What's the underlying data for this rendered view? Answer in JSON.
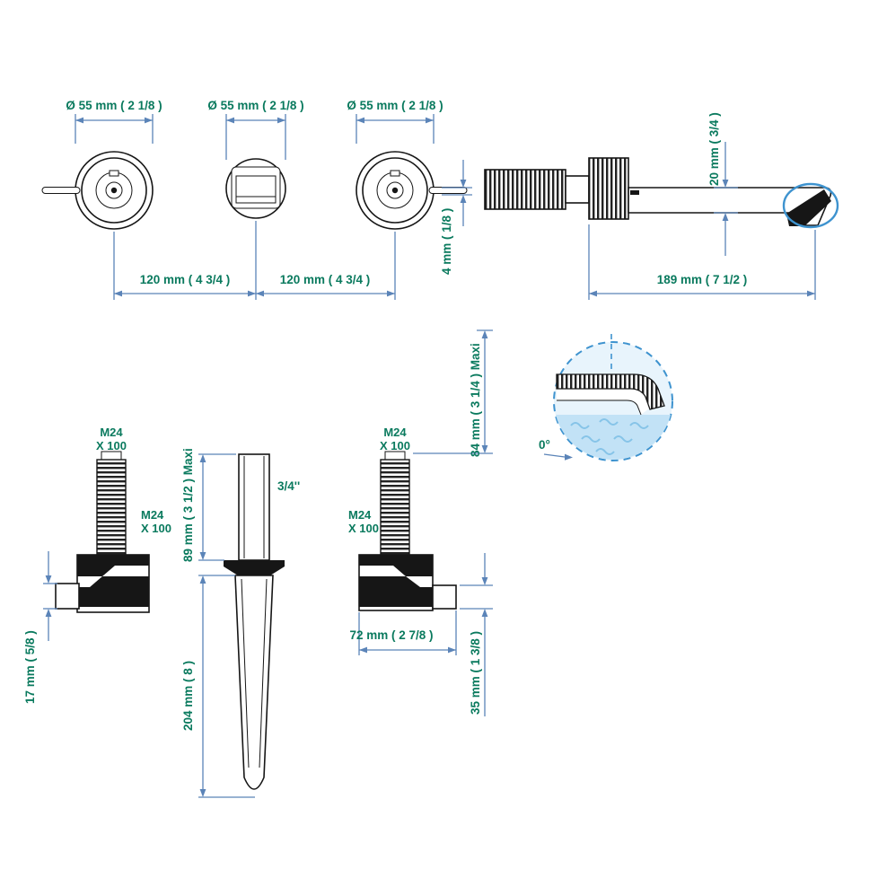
{
  "page": {
    "background": "#ffffff",
    "description": "Technical dimension drawing of a wall-mounted three-hole basin mixer: two valve bodies, escutcheons and a spout, with a detail view of the spout outlet"
  },
  "colors": {
    "dimension_text": "#0a7a5e",
    "dimension_line": "#5b84b8",
    "outline": "#161616",
    "detail_fill": "#e8f4fc",
    "water_fill": "#c2e2f6",
    "detail_stroke": "#3e93cf"
  },
  "top_row": {
    "dia_left": "Ø 55 mm ( 2 1/8 )",
    "dia_center": "Ø 55 mm ( 2 1/8 )",
    "dia_right": "Ø 55 mm ( 2 1/8 )",
    "pitch_left": "120 mm ( 4 3/4 )",
    "pitch_right": "120 mm ( 4 3/4 )",
    "spout_height": "20 mm ( 3/4 )",
    "lever_step": "4 mm ( 1/8 )",
    "spout_reach": "189 mm ( 7 1/2 )"
  },
  "left_valve": {
    "thread_top": {
      "l1": "M24",
      "l2": "X 100"
    },
    "thread_side": {
      "l1": "M24",
      "l2": "X 100"
    },
    "outlet_height": "17 mm ( 5/8 )"
  },
  "handle": {
    "stem_travel": "89 mm ( 3 1/2 )  Maxi",
    "connection": "3/4''",
    "total_length": "204 mm ( 8 )"
  },
  "right_valve": {
    "thread_top": {
      "l1": "M24",
      "l2": "X 100"
    },
    "thread_side": {
      "l1": "M24",
      "l2": "X 100"
    },
    "body_width": "72 mm ( 2 7/8 )",
    "outlet_drop": "35 mm ( 1 3/8 )",
    "stem_travel": "84 mm ( 3 1/4 )  Maxi"
  },
  "detail": {
    "spout_angle": "0°"
  }
}
